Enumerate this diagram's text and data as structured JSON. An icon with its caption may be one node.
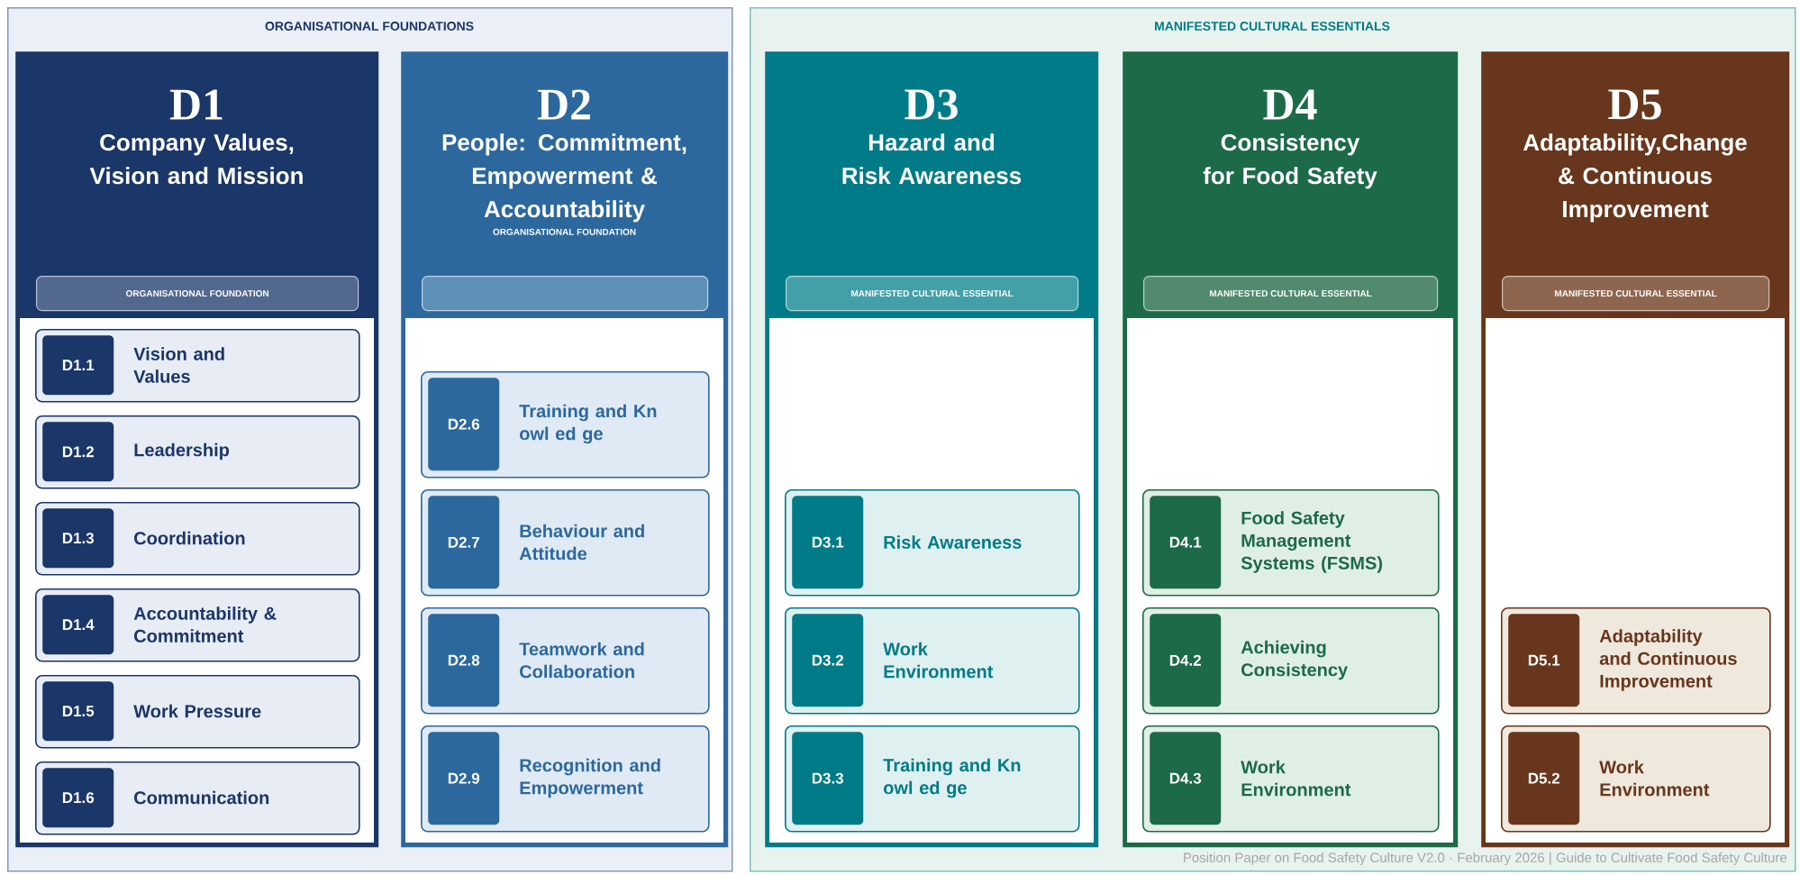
{
  "diagram": {
    "nodes": [
      {
        "text": [
          "ORGANISATIONAL FOUNDATIONS"
        ]
      },
      {
        "text": [
          "D1",
          "Company Values, Vision and Mission"
        ],
        "in": 0
      },
      {
        "text": [
          "ORGANISATIONAL FOUNDATION"
        ],
        "in": 1
      },
      {
        "text": [
          "D1.1",
          "Vision and Values"
        ],
        "in": 1
      },
      {
        "text": [
          "D1.2",
          "Leadership"
        ],
        "in": 1
      },
      {
        "text": [
          "D1.3",
          "Coordination"
        ],
        "in": 1
      },
      {
        "text": [
          "D1.4",
          "Accountability & Commitment"
        ],
        "in": 1
      },
      {
        "text": [
          "D1.5",
          "Work Pressure"
        ],
        "in": 1
      },
      {
        "text": [
          "D1.6",
          "Communication"
        ],
        "in": 1
      },
      {
        "text": [
          "D2",
          "People: Commitment, Empowerment & Accountability",
          "ORGANISATIONAL FOUNDATION"
        ],
        "in": 0
      },
      {
        "text": [],
        "shape": "box",
        "in": 9
      },
      {
        "text": [
          "D2.6",
          "Training and Kn owl ed ge"
        ],
        "in": 9
      },
      {
        "text": [
          "D2.7",
          "Behaviour and Attitude"
        ],
        "in": 9
      },
      {
        "text": [
          "D2.8",
          "Teamwork and Collaboration"
        ],
        "in": 9
      },
      {
        "text": [
          "D2.9",
          "Recognition and Empowerment"
        ],
        "in": 9
      },
      {
        "text": [
          "MANIFESTED CULTURAL ESSENTIALS"
        ]
      },
      {
        "text": [
          "D3",
          "Hazard and Risk Awareness"
        ],
        "in": 15
      },
      {
        "text": [
          "MANIFESTED CULTURAL ESSENTIAL"
        ],
        "in": 16
      },
      {
        "text": [
          "D3.1",
          "Risk Awareness"
        ],
        "in": 16
      },
      {
        "text": [
          "D3.2",
          "Work Environment"
        ],
        "in": 16
      },
      {
        "text": [
          "D3.3",
          "Training and Kn owl ed ge"
        ],
        "in": 16
      },
      {
        "text": [
          "D4",
          "Consistency for Food Safety"
        ],
        "in": 15
      },
      {
        "text": [
          "MANIFESTED CULTURAL ESSENTIAL"
        ],
        "in": 21
      },
      {
        "text": [
          "D4.1",
          "Food Safety Management Systems (FSMS)"
        ],
        "in": 21
      },
      {
        "text": [
          "D4.2",
          "Achieving Consistency"
        ],
        "in": 21
      },
      {
        "text": [
          "D4.3",
          "Work Environment"
        ],
        "in": 21
      },
      {
        "text": [
          "D5",
          "Adaptability,Change & Continuous Improvement"
        ],
        "in": 15
      },
      {
        "text": [
          "MANIFESTED CULTURAL ESSENTIAL"
        ],
        "in": 26
      },
      {
        "text": [
          "D5.1",
          "Adaptability and Continuous Improvement"
        ],
        "in": 26
      },
      {
        "text": [
          "D5.2",
          "Work Environment"
        ],
        "in": 26
      }
    ],
    "labels": [
      "Position Paper on Food Safety Culture V2.0 · February 2026 | Guide to Cultivate Food Safety Culture"
    ]
  }
}
